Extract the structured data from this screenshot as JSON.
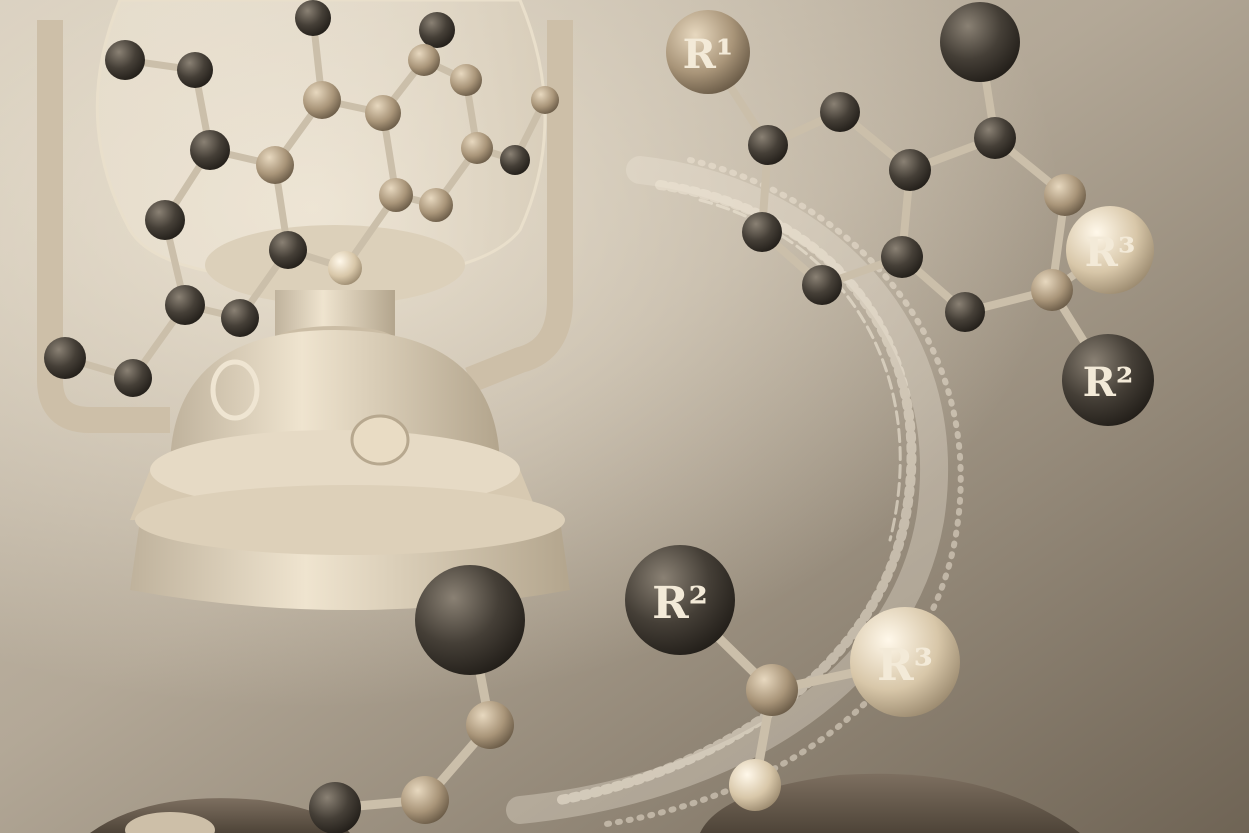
{
  "scene": {
    "labels": {
      "r1_top": "R¹",
      "r3_top": "R³",
      "r2_top": "R²",
      "r2_bottom": "R²",
      "r3_bottom": "R³"
    },
    "colors": {
      "background_light": "#d4cbbb",
      "background_dark": "#6a5f50",
      "atom_dark": "#3f3a33",
      "atom_light": "#d9c9ad",
      "bond": "#c9bca6",
      "lamp_body": "#e4d8c2",
      "label": "#f3ead8"
    },
    "icons": [
      "oil-lamp-illustration",
      "molecule-model",
      "light-swirl"
    ]
  }
}
